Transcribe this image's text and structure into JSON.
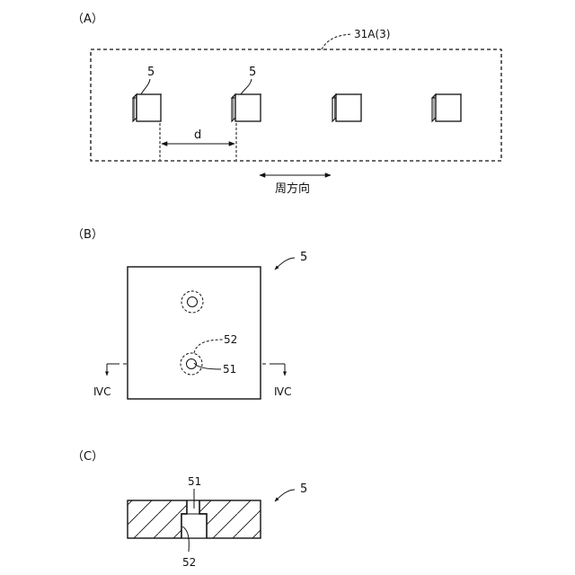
{
  "panels": {
    "a": {
      "label": "（A）",
      "ring_ref": "31A(3)",
      "cube_ref": "5",
      "spacing_label": "d",
      "direction_label": "周方向"
    },
    "b": {
      "label": "（B）",
      "part_ref": "5",
      "recess_ref": "52",
      "hole_ref": "51",
      "section_left": "ⅣC",
      "section_right": "ⅣC"
    },
    "c": {
      "label": "（C）",
      "part_ref": "5",
      "hole_ref": "51",
      "recess_ref": "52"
    }
  }
}
